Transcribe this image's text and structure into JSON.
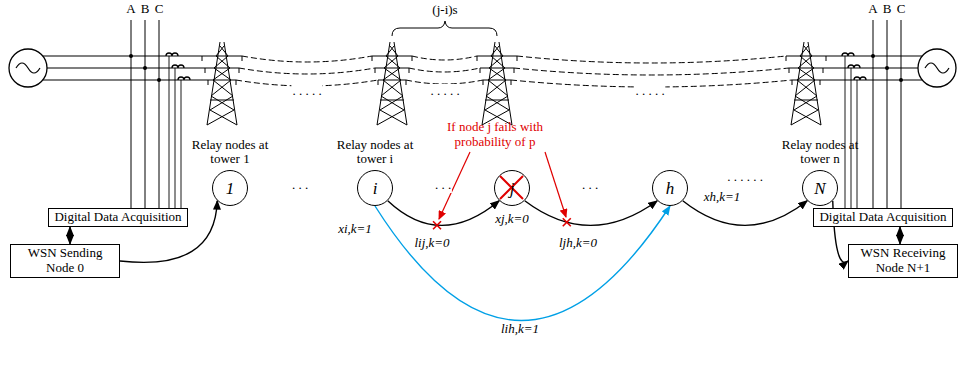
{
  "diagram": {
    "nodes": [
      {
        "text": [
          "Digital Data Acquisition"
        ]
      },
      {
        "text": [
          "WSN Sending Node 0"
        ]
      },
      {
        "text": [
          "Relay nodes at tower 1",
          "1"
        ]
      },
      {
        "text": [
          "Relay nodes at tower i",
          "i"
        ]
      },
      {
        "text": [
          "j"
        ]
      },
      {
        "text": [
          "h"
        ]
      },
      {
        "text": [
          "Relay nodes at tower n",
          "N"
        ]
      },
      {
        "text": [
          "WSN Receiving Node N+1"
        ]
      },
      {
        "text": [
          "Digital Data Acquisition"
        ]
      }
    ],
    "edges": [
      {
        "from": 0,
        "to": 1,
        "arrow": "both"
      },
      {
        "from": 1,
        "to": 2,
        "arrow": "to"
      },
      {
        "from": 3,
        "to": 4,
        "label": "lij,k=0",
        "arrow": "to"
      },
      {
        "from": 4,
        "to": 5,
        "label": "ljh,k=0",
        "arrow": "to"
      },
      {
        "from": 3,
        "to": 5,
        "label": "lih,k=1",
        "arrow": "to"
      },
      {
        "from": 5,
        "to": 6,
        "arrow": "to"
      },
      {
        "from": 6,
        "to": 7,
        "arrow": "to"
      },
      {
        "from": 8,
        "to": 7,
        "arrow": "both"
      }
    ],
    "labels": [
      "A",
      "B",
      "C",
      "A",
      "B",
      "C",
      "(j-i)s",
      ". . . . .",
      ". . . . .",
      ". . . . .",
      ". . .",
      ". . .",
      ". . .",
      ". . . . . .",
      "If node j fails with probability of p",
      "xi,k=1",
      "xj,k=0",
      "xh,k=1"
    ]
  }
}
